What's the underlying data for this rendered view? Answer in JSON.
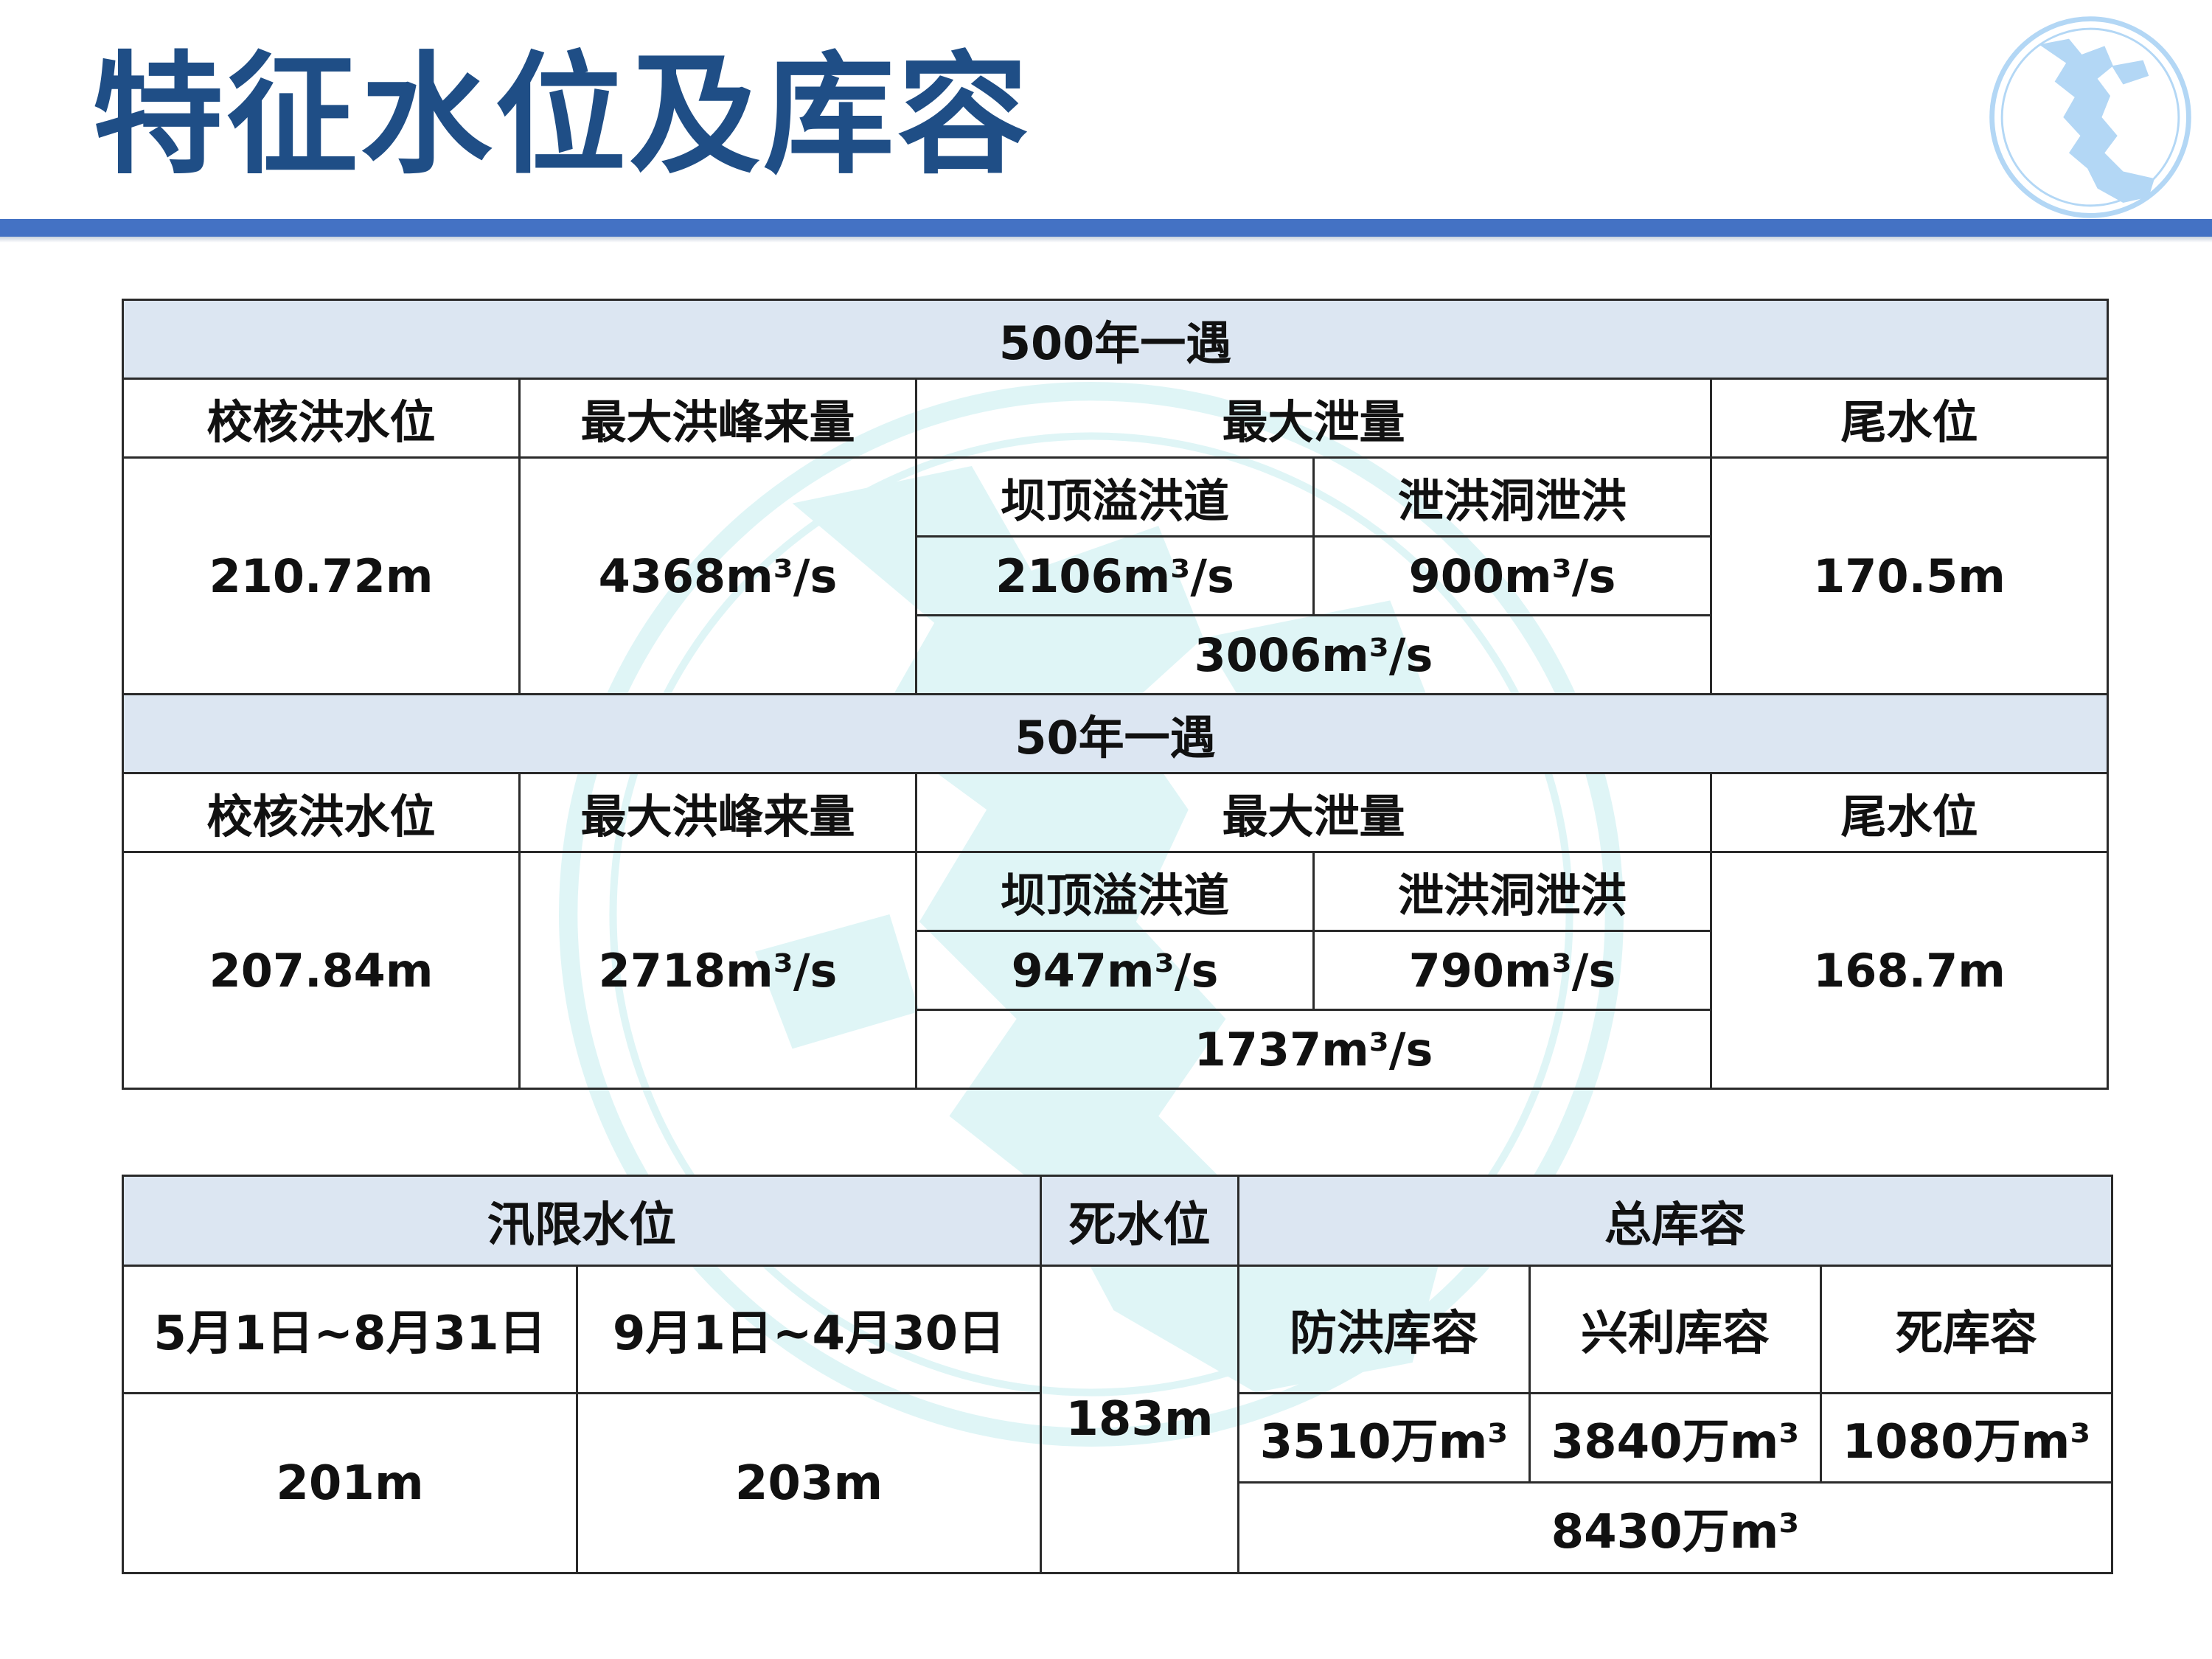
{
  "title": "特征水位及库容",
  "flood_tables": [
    {
      "return_period": "500年一遇",
      "headers": {
        "check_flood_level": "校核洪水位",
        "max_peak_inflow": "最大洪峰来量",
        "max_discharge": "最大泄量",
        "tailwater_level": "尾水位"
      },
      "sub_headers": {
        "crest_spillway": "坝顶溢洪道",
        "flood_tunnel": "泄洪洞泄洪"
      },
      "values": {
        "check_flood_level": "210.72m",
        "max_peak_inflow": "4368m³/s",
        "crest_spillway": "2106m³/s",
        "flood_tunnel": "900m³/s",
        "total_discharge": "3006m³/s",
        "tailwater_level": "170.5m"
      }
    },
    {
      "return_period": "50年一遇",
      "headers": {
        "check_flood_level": "校核洪水位",
        "max_peak_inflow": "最大洪峰来量",
        "max_discharge": "最大泄量",
        "tailwater_level": "尾水位"
      },
      "sub_headers": {
        "crest_spillway": "坝顶溢洪道",
        "flood_tunnel": "泄洪洞泄洪"
      },
      "values": {
        "check_flood_level": "207.84m",
        "max_peak_inflow": "2718m³/s",
        "crest_spillway": "947m³/s",
        "flood_tunnel": "790m³/s",
        "total_discharge": "1737m³/s",
        "tailwater_level": "168.7m"
      }
    }
  ],
  "storage_table": {
    "headers": {
      "flood_limit_level": "汛限水位",
      "dead_water_level": "死水位",
      "total_storage": "总库容"
    },
    "periods": [
      "5月1日~8月31日",
      "9月1日~4月30日"
    ],
    "flood_limit_values": [
      "201m",
      "203m"
    ],
    "dead_water_value": "183m",
    "storage_labels": [
      "防洪库容",
      "兴利库容",
      "死库容"
    ],
    "storage_values": [
      "3510万m³",
      "3840万m³",
      "1080万m³"
    ],
    "total_storage_value": "8430万m³"
  },
  "colors": {
    "title": "#1f4e86",
    "rule": "#4472c4",
    "header_fill": "#dce6f2",
    "watermark": "#c5eef0",
    "logo": "#b3d7f5"
  },
  "icons": {
    "logo": "reservoir-logo-icon",
    "watermark": "reservoir-watermark-icon"
  }
}
